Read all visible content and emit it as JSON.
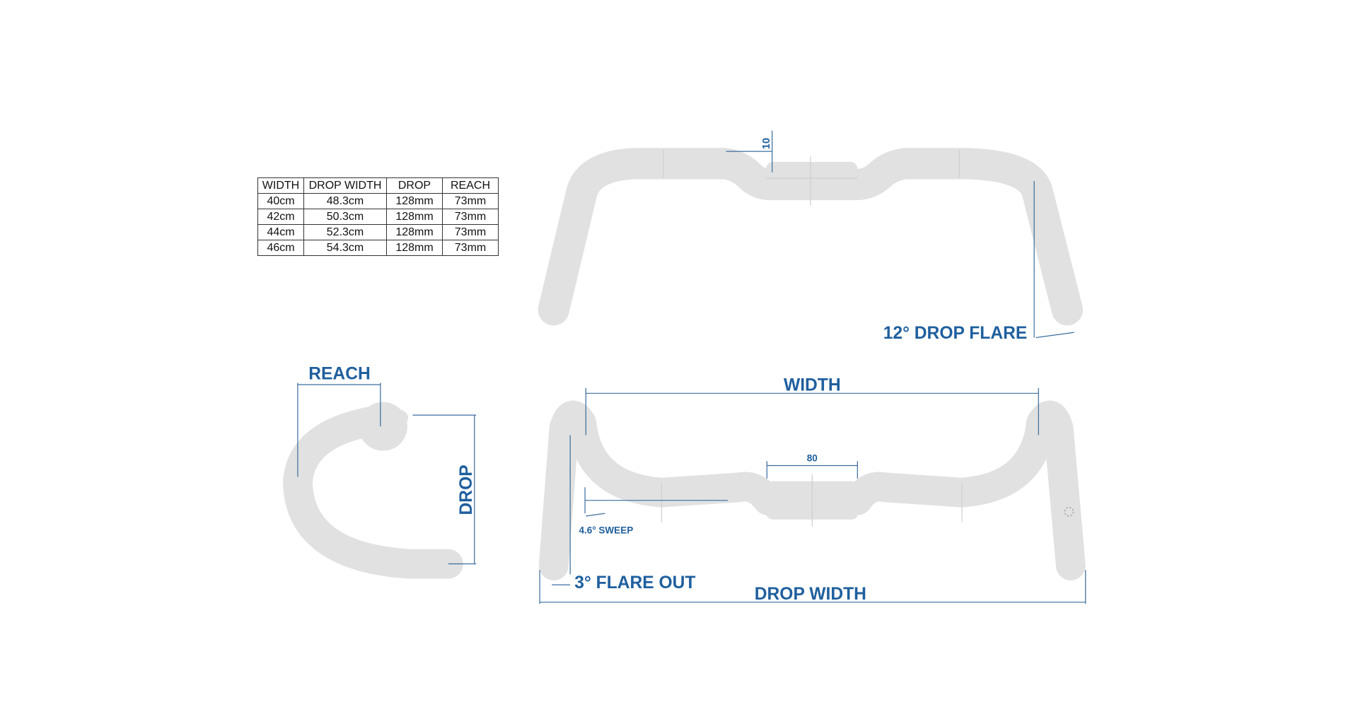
{
  "spec_table": {
    "headers": [
      "WIDTH",
      "DROP WIDTH",
      "DROP",
      "REACH"
    ],
    "rows": [
      [
        "40cm",
        "48.3cm",
        "128mm",
        "73mm"
      ],
      [
        "42cm",
        "50.3cm",
        "128mm",
        "73mm"
      ],
      [
        "44cm",
        "52.3cm",
        "128mm",
        "73mm"
      ],
      [
        "46cm",
        "54.3cm",
        "128mm",
        "73mm"
      ]
    ]
  },
  "labels": {
    "rise": "10",
    "drop_flare": "12° DROP FLARE",
    "reach": "REACH",
    "drop": "DROP",
    "width": "WIDTH",
    "clamp_width": "80",
    "sweep": "4.6° SWEEP",
    "flare_out": "3° FLARE OUT",
    "drop_width": "DROP WIDTH"
  },
  "colors": {
    "annotation": "#1f5f9e",
    "bar": "#e1e1e1"
  }
}
